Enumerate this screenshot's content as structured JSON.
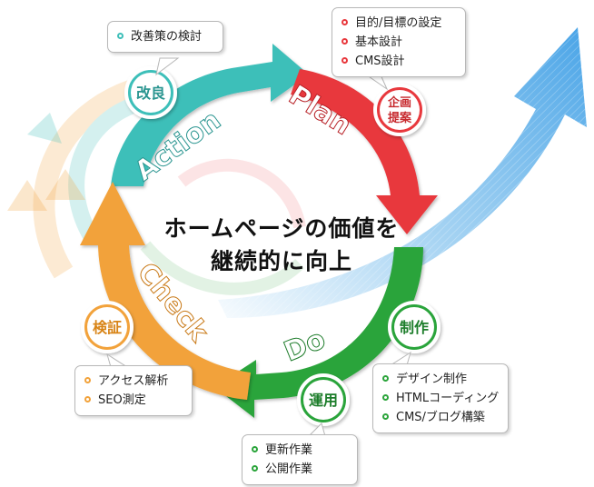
{
  "center_title": {
    "line1": "ホームページの価値を",
    "line2": "継続的に向上"
  },
  "cycle": {
    "action": {
      "word": "Action",
      "badge": "改良",
      "color": "#3ebfb9",
      "items": [
        "改善策の検討"
      ]
    },
    "plan": {
      "word": "Plan",
      "badge_line1": "企画",
      "badge_line2": "提案",
      "color": "#e8383d",
      "items": [
        "目的/目標の設定",
        "基本設計",
        "CMS設計"
      ]
    },
    "do": {
      "word": "Do",
      "badge1": "制作",
      "badge2": "運用",
      "color": "#2aa43a",
      "items1": [
        "デザイン制作",
        "HTMLコーディング",
        "CMS/ブログ構築"
      ],
      "items2": [
        "更新作業",
        "公開作業"
      ]
    },
    "check": {
      "word": "Check",
      "badge": "検証",
      "color": "#f2a23a",
      "items": [
        "アクセス解析",
        "SEO測定"
      ]
    }
  },
  "growth_arrow_color": "#5aaee8"
}
